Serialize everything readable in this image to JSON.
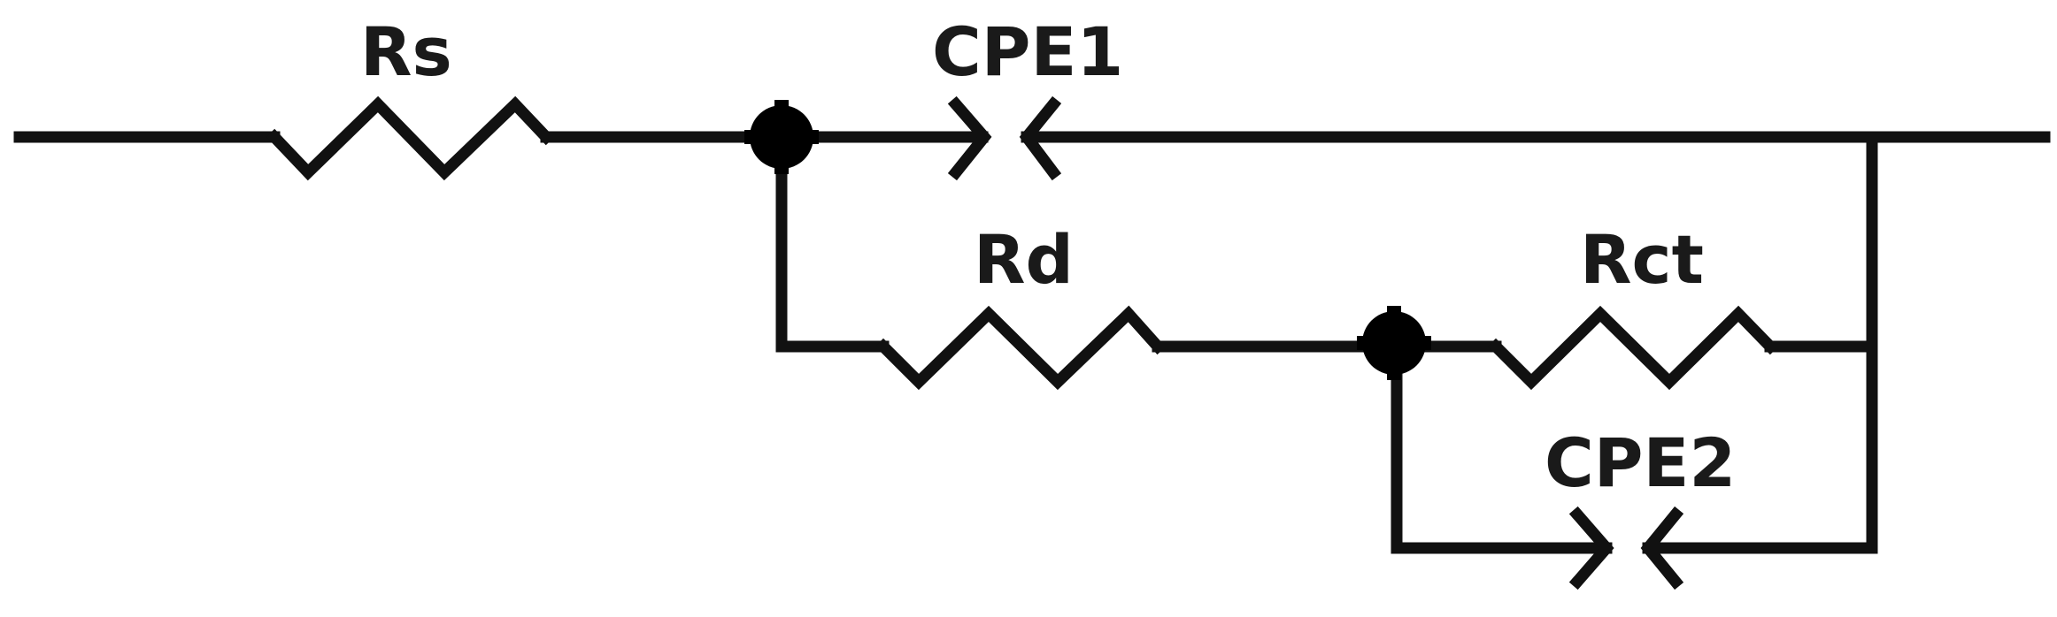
{
  "components": {
    "rs": {
      "label": "Rs"
    },
    "cpe1": {
      "label": "CPE1"
    },
    "rd": {
      "label": "Rd"
    },
    "rct": {
      "label": "Rct"
    },
    "cpe2": {
      "label": "CPE2"
    }
  },
  "colors": {
    "wire": "#111111",
    "label": "#1a1a1a",
    "background": "#ffffff"
  }
}
